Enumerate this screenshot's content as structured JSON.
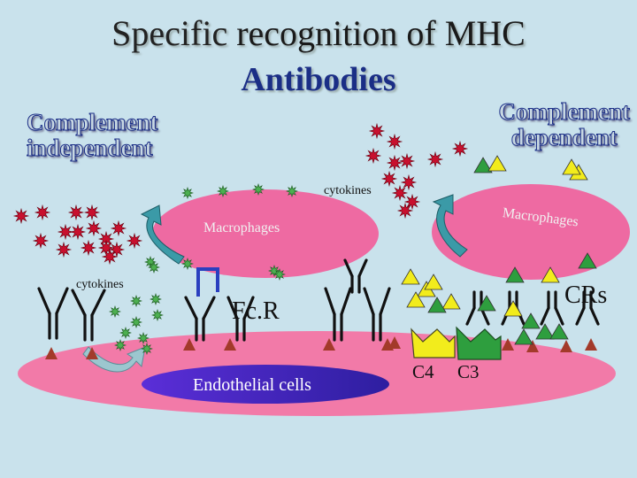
{
  "title": {
    "part1": "Specific",
    "part2": " recognition of MHC"
  },
  "subtitle": "Antibodies",
  "labels": {
    "complement_independent_l1": "Complement",
    "complement_independent_l2": "independent",
    "complement_dependent_l1": "Complement",
    "complement_dependent_l2": "dependent",
    "cytokines_top": "cytokines",
    "cytokines_left": "cytokines",
    "macrophages_left": "Macrophages",
    "macrophages_right": "Macrophages",
    "fcr": "Fc.R",
    "crs": "CRs",
    "endothelial": "Endothelial cells",
    "c4": "C4",
    "c3": "C3"
  },
  "colors": {
    "background": "#c9e2ec",
    "cell_pink": "#f06fa3",
    "macrophage_pink": "#ec72a6",
    "endothelial_oval": "#4a3fd0",
    "antibody": "#111111",
    "receptor_red": "#a33a2a",
    "star_red": "#c8102e",
    "cytokine_green": "#4caf50",
    "triangle_yellow": "#f2ec1c",
    "triangle_green": "#2e9e3e",
    "arrow_teal": "#3b9aa7",
    "fcr_blue": "#2a3fbf",
    "title_blue": "#1b2e86"
  }
}
